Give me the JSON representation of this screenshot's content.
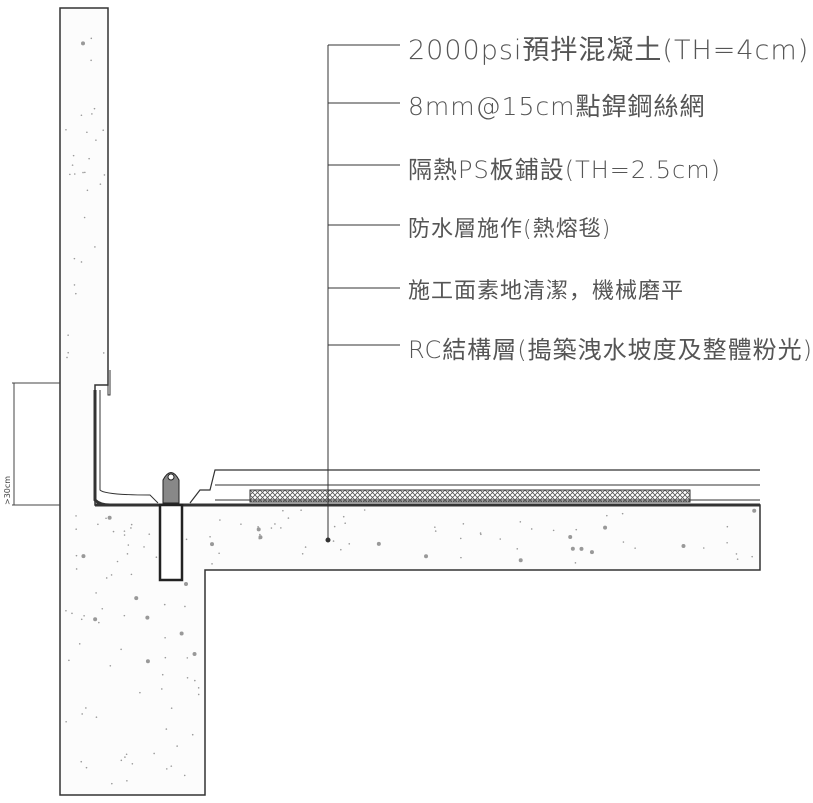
{
  "callouts": [
    {
      "text": "2000psi預拌混凝土(TH=4cm)"
    },
    {
      "text": "8mm@15cm點銲鋼絲網"
    },
    {
      "text": "隔熱PS板鋪設(TH=2.5cm)"
    },
    {
      "text": "防水層施作(熱熔毯)"
    },
    {
      "text": "施工面素地清潔，機械磨平"
    },
    {
      "text": "RC結構層(搗築洩水坡度及整體粉光)"
    }
  ],
  "dimension": {
    "text": ">30cm"
  },
  "colors": {
    "line": "#222222",
    "text": "#555555",
    "concrete_dots": "#999999"
  }
}
